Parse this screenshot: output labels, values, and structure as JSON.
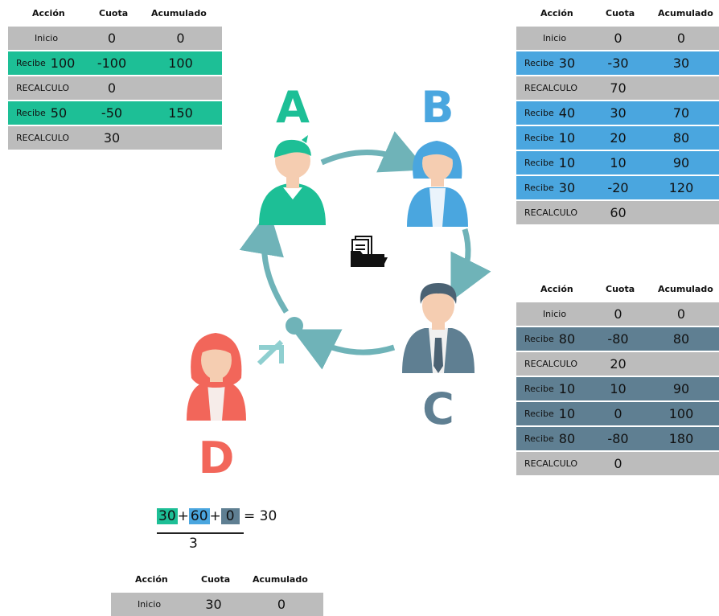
{
  "colors": {
    "teal": "#1dbf96",
    "blue": "#4aa6df",
    "slate": "#5f7f92",
    "gray": "#bcbcbc",
    "arrow": "#6fb3b8",
    "letterA": "#1dbf96",
    "letterB": "#4aa6df",
    "letterC": "#5f7f92",
    "letterD": "#f2665a"
  },
  "headers": {
    "accion": "Acción",
    "cuota": "Cuota",
    "acumulado": "Acumulado"
  },
  "labels": {
    "A": "A",
    "B": "B",
    "C": "C",
    "D": "D"
  },
  "tableA": {
    "rows": [
      {
        "kind": "inicio",
        "label": "Inicio",
        "num": "",
        "cuota": "0",
        "acum": "0"
      },
      {
        "kind": "recibe",
        "label": "Recibe",
        "num": "100",
        "cuota": "-100",
        "acum": "100"
      },
      {
        "kind": "recalc",
        "label": "RECALCULO",
        "num": "",
        "cuota": "0",
        "acum": ""
      },
      {
        "kind": "recibe",
        "label": "Recibe",
        "num": "50",
        "cuota": "-50",
        "acum": "150"
      },
      {
        "kind": "recalc",
        "label": "RECALCULO",
        "num": "",
        "cuota": "30",
        "acum": ""
      }
    ]
  },
  "tableB": {
    "rows": [
      {
        "kind": "inicio",
        "label": "Inicio",
        "num": "",
        "cuota": "0",
        "acum": "0"
      },
      {
        "kind": "recibe",
        "label": "Recibe",
        "num": "30",
        "cuota": "-30",
        "acum": "30"
      },
      {
        "kind": "recalc",
        "label": "RECALCULO",
        "num": "",
        "cuota": "70",
        "acum": ""
      },
      {
        "kind": "recibe",
        "label": "Recibe",
        "num": "40",
        "cuota": "30",
        "acum": "70"
      },
      {
        "kind": "recibe",
        "label": "Recibe",
        "num": "10",
        "cuota": "20",
        "acum": "80"
      },
      {
        "kind": "recibe",
        "label": "Recibe",
        "num": "10",
        "cuota": "10",
        "acum": "90"
      },
      {
        "kind": "recibe",
        "label": "Recibe",
        "num": "30",
        "cuota": "-20",
        "acum": "120"
      },
      {
        "kind": "recalc",
        "label": "RECALCULO",
        "num": "",
        "cuota": "60",
        "acum": ""
      }
    ]
  },
  "tableC": {
    "rows": [
      {
        "kind": "inicio",
        "label": "Inicio",
        "num": "",
        "cuota": "0",
        "acum": "0"
      },
      {
        "kind": "recibe",
        "label": "Recibe",
        "num": "80",
        "cuota": "-80",
        "acum": "80"
      },
      {
        "kind": "recalc",
        "label": "RECALCULO",
        "num": "",
        "cuota": "20",
        "acum": ""
      },
      {
        "kind": "recibe",
        "label": "Recibe",
        "num": "10",
        "cuota": "10",
        "acum": "90"
      },
      {
        "kind": "recibe",
        "label": "Recibe",
        "num": "10",
        "cuota": "0",
        "acum": "100"
      },
      {
        "kind": "recibe",
        "label": "Recibe",
        "num": "80",
        "cuota": "-80",
        "acum": "180"
      },
      {
        "kind": "recalc",
        "label": "RECALCULO",
        "num": "",
        "cuota": "0",
        "acum": ""
      }
    ]
  },
  "tableD": {
    "rows": [
      {
        "kind": "inicio",
        "label": "Inicio",
        "num": "",
        "cuota": "30",
        "acum": "0"
      }
    ]
  },
  "formula": {
    "a": "30",
    "b": "60",
    "c": "0",
    "plus": "+",
    "eq": "= 30",
    "den": "3"
  },
  "icons": {
    "center": "folder-documents-icon"
  }
}
